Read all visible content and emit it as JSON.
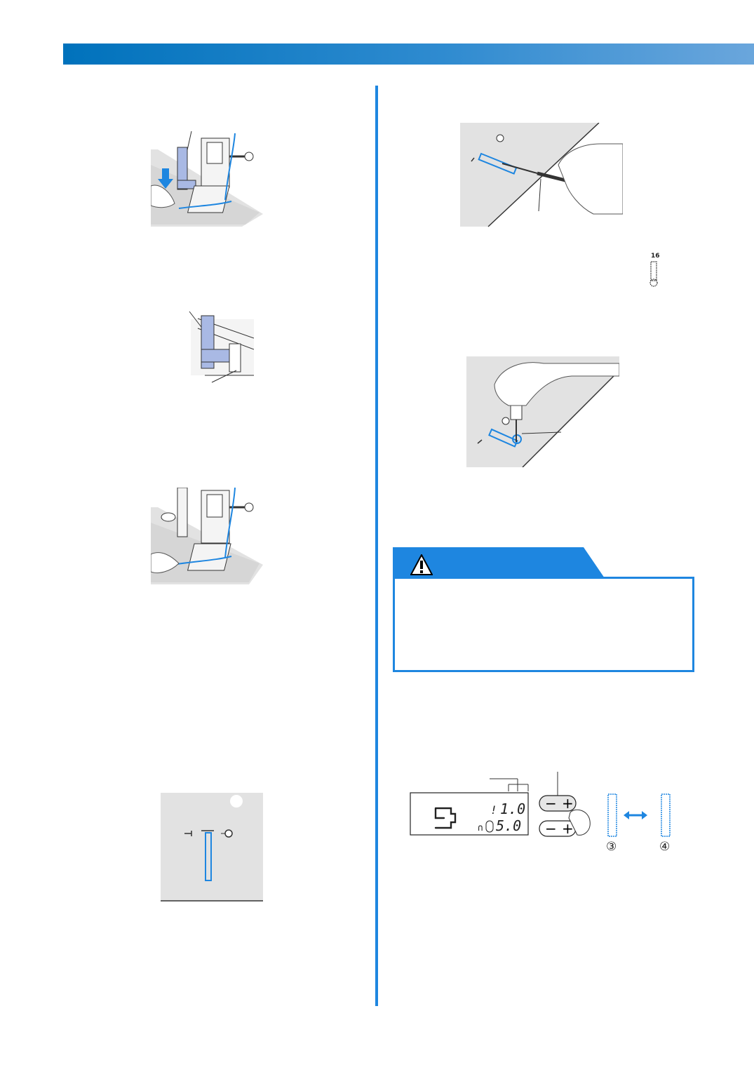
{
  "colors": {
    "accent": "#1e86e0",
    "header_start": "#0072bc",
    "header_end": "#6aa6dc"
  },
  "figure_stitch": {
    "number": "16"
  },
  "figure_display": {
    "stitch_width": "1.0",
    "stitch_length": "5.0",
    "minus_label": "−",
    "plus_label": "+",
    "setting_3": "③",
    "setting_4": "④"
  },
  "warning": {
    "icon": "warning-triangle-icon"
  }
}
